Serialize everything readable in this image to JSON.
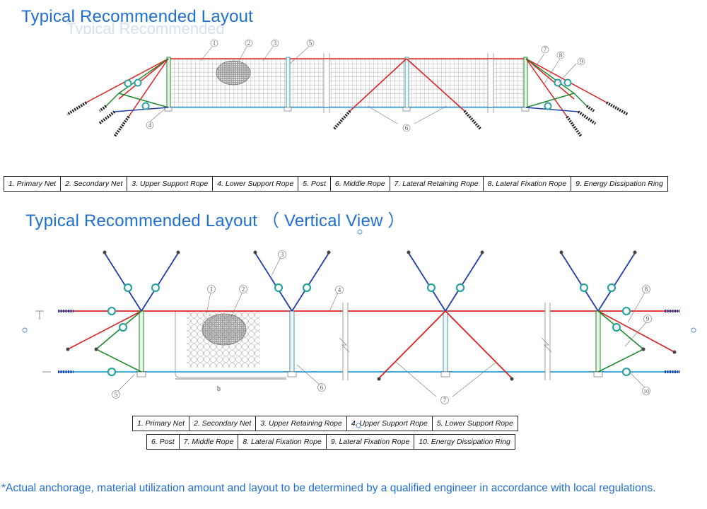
{
  "title_top": "Typical Recommended Layout",
  "title_bottom": "Typical Recommended Layout （ Vertical View ）",
  "legend_top": [
    "1. Primary    Net",
    "2. Secondary Net",
    "3. Upper Support Rope",
    "4. Lower Support Rope",
    "5. Post",
    "6. Middle Rope",
    "7. Lateral Retaining Rope",
    "8. Lateral Fixation Rope",
    "9. Energy Dissipation Ring"
  ],
  "legend_bottom_row1": [
    "1. Primary    Net",
    "2. Secondary Net",
    "3. Upper Retaining Rope",
    "4. Upper Support Rope",
    "5. Lower Support Rope"
  ],
  "legend_bottom_row2": [
    "6. Post",
    "7. Middle Rope",
    "8. Lateral Fixation Rope",
    "9. Lateral Fixation Rope",
    "10. Energy Dissipation Ring"
  ],
  "callouts_top": [
    "1",
    "2",
    "3",
    "5",
    "4",
    "6",
    "7",
    "8",
    "9"
  ],
  "callouts_bottom": [
    "1",
    "2",
    "3",
    "4",
    "5",
    "6",
    "7",
    "8",
    "9",
    "10"
  ],
  "dimension_label": "b",
  "footnote": "*Actual anchorage, material utilization amount and layout to be determined by a qualified engineer in accordance with local regulations.",
  "colors": {
    "title": "#1f6fd1",
    "upper_rope": "#e02020",
    "lower_rope": "#2a9fd6",
    "lateral_rope": "#1e8a2e",
    "retaining_rope": "#1c3fa8",
    "ring": "#2aa3a0",
    "net": "#9a9a9a",
    "net_patch": "#8c8c8c"
  }
}
